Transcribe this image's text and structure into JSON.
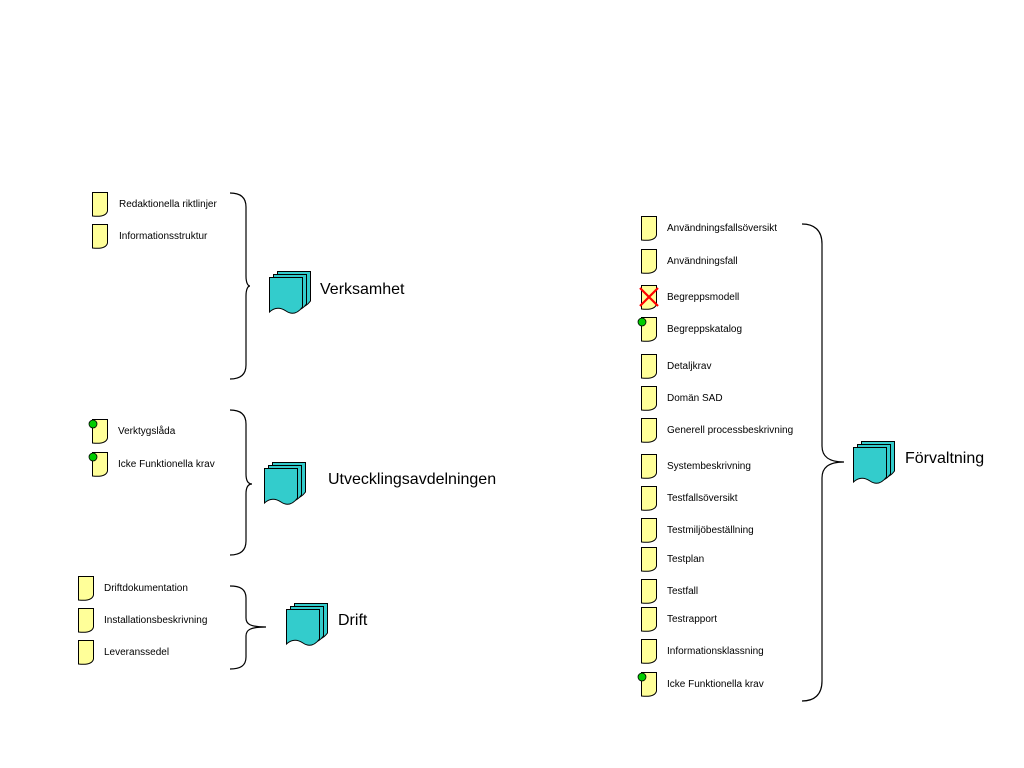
{
  "colors": {
    "doc_fill": "#FFFF99",
    "stack_fill": "#33CCCC",
    "dot": "#00CC00",
    "cross": "#FF0000"
  },
  "groups": {
    "verksamhet": {
      "title": "Verksamhet",
      "items": [
        {
          "label": "Redaktionella riktlinjer",
          "marker": "none"
        },
        {
          "label": "Informationsstruktur",
          "marker": "none"
        }
      ]
    },
    "utveckling": {
      "title": "Utvecklingsavdelningen",
      "items": [
        {
          "label": "Verktygslåda",
          "marker": "dot"
        },
        {
          "label": "Icke Funktionella krav",
          "marker": "dot"
        }
      ]
    },
    "drift": {
      "title": "Drift",
      "items": [
        {
          "label": "Driftdokumentation",
          "marker": "none"
        },
        {
          "label": "Installationsbeskrivning",
          "marker": "none"
        },
        {
          "label": "Leveranssedel",
          "marker": "none"
        }
      ]
    },
    "forvaltning": {
      "title": "Förvaltning",
      "items": [
        {
          "label": "Användningsfallsöversikt",
          "marker": "none"
        },
        {
          "label": "Användningsfall",
          "marker": "none"
        },
        {
          "label": "Begreppsmodell",
          "marker": "cross"
        },
        {
          "label": "Begreppskatalog",
          "marker": "dot"
        },
        {
          "label": "Detaljkrav",
          "marker": "none"
        },
        {
          "label": "Domän SAD",
          "marker": "none"
        },
        {
          "label": "Generell processbeskrivning",
          "marker": "none"
        },
        {
          "label": "Systembeskrivning",
          "marker": "none"
        },
        {
          "label": "Testfallsöversikt",
          "marker": "none"
        },
        {
          "label": "Testmiljöbeställning",
          "marker": "none"
        },
        {
          "label": "Testplan",
          "marker": "none"
        },
        {
          "label": "Testfall",
          "marker": "none"
        },
        {
          "label": "Testrapport",
          "marker": "none"
        },
        {
          "label": "Informationsklassning",
          "marker": "none"
        },
        {
          "label": "Icke Funktionella krav",
          "marker": "dot"
        }
      ]
    }
  }
}
